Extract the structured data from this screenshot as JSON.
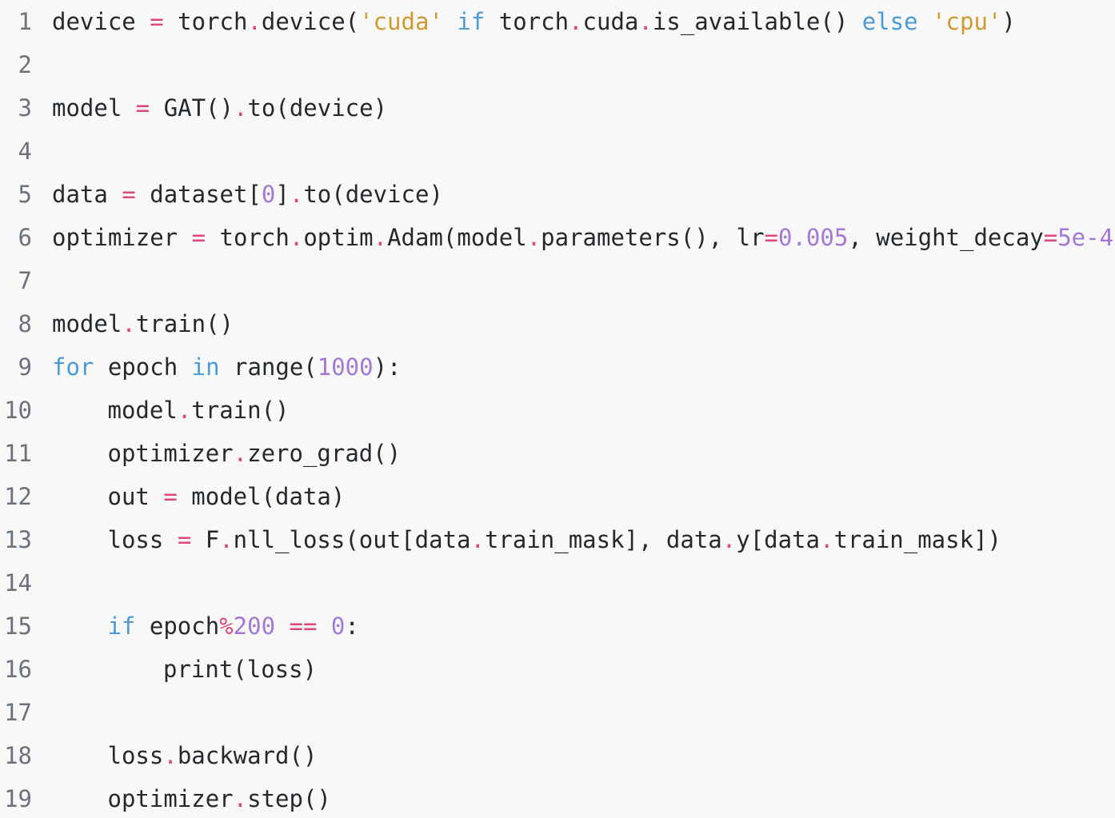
{
  "editor": {
    "colors": {
      "background": "#f8f8f8",
      "text": "#24292e",
      "line_number": "#6a737d",
      "keyword": "#4a9bd8",
      "string": "#d19a2f",
      "number": "#a478d6",
      "operator": "#e0457b"
    },
    "lines": [
      {
        "n": "1",
        "indent": 0,
        "tokens": [
          {
            "t": "device ",
            "c": "plain"
          },
          {
            "t": "=",
            "c": "op"
          },
          {
            "t": " torch",
            "c": "plain"
          },
          {
            "t": ".",
            "c": "op"
          },
          {
            "t": "device(",
            "c": "plain"
          },
          {
            "t": "'cuda'",
            "c": "str"
          },
          {
            "t": " ",
            "c": "plain"
          },
          {
            "t": "if",
            "c": "kw"
          },
          {
            "t": " torch",
            "c": "plain"
          },
          {
            "t": ".",
            "c": "op"
          },
          {
            "t": "cuda",
            "c": "plain"
          },
          {
            "t": ".",
            "c": "op"
          },
          {
            "t": "is_available() ",
            "c": "plain"
          },
          {
            "t": "else",
            "c": "kw"
          },
          {
            "t": " ",
            "c": "plain"
          },
          {
            "t": "'cpu'",
            "c": "str"
          },
          {
            "t": ")",
            "c": "plain"
          }
        ]
      },
      {
        "n": "2",
        "indent": 0,
        "tokens": []
      },
      {
        "n": "3",
        "indent": 0,
        "tokens": [
          {
            "t": "model ",
            "c": "plain"
          },
          {
            "t": "=",
            "c": "op"
          },
          {
            "t": " GAT()",
            "c": "plain"
          },
          {
            "t": ".",
            "c": "op"
          },
          {
            "t": "to(device)",
            "c": "plain"
          }
        ]
      },
      {
        "n": "4",
        "indent": 0,
        "tokens": []
      },
      {
        "n": "5",
        "indent": 0,
        "tokens": [
          {
            "t": "data ",
            "c": "plain"
          },
          {
            "t": "=",
            "c": "op"
          },
          {
            "t": " dataset[",
            "c": "plain"
          },
          {
            "t": "0",
            "c": "num"
          },
          {
            "t": "]",
            "c": "plain"
          },
          {
            "t": ".",
            "c": "op"
          },
          {
            "t": "to(device)",
            "c": "plain"
          }
        ]
      },
      {
        "n": "6",
        "indent": 0,
        "tokens": [
          {
            "t": "optimizer ",
            "c": "plain"
          },
          {
            "t": "=",
            "c": "op"
          },
          {
            "t": " torch",
            "c": "plain"
          },
          {
            "t": ".",
            "c": "op"
          },
          {
            "t": "optim",
            "c": "plain"
          },
          {
            "t": ".",
            "c": "op"
          },
          {
            "t": "Adam(model",
            "c": "plain"
          },
          {
            "t": ".",
            "c": "op"
          },
          {
            "t": "parameters(), lr",
            "c": "plain"
          },
          {
            "t": "=",
            "c": "op"
          },
          {
            "t": "0.005",
            "c": "num"
          },
          {
            "t": ", weight_decay",
            "c": "plain"
          },
          {
            "t": "=",
            "c": "op"
          },
          {
            "t": "5e-4",
            "c": "num"
          },
          {
            "t": ")",
            "c": "plain"
          }
        ]
      },
      {
        "n": "7",
        "indent": 0,
        "tokens": []
      },
      {
        "n": "8",
        "indent": 0,
        "tokens": [
          {
            "t": "model",
            "c": "plain"
          },
          {
            "t": ".",
            "c": "op"
          },
          {
            "t": "train()",
            "c": "plain"
          }
        ]
      },
      {
        "n": "9",
        "indent": 0,
        "tokens": [
          {
            "t": "for",
            "c": "kw"
          },
          {
            "t": " epoch ",
            "c": "plain"
          },
          {
            "t": "in",
            "c": "kw"
          },
          {
            "t": " range(",
            "c": "plain"
          },
          {
            "t": "1000",
            "c": "num"
          },
          {
            "t": "):",
            "c": "plain"
          }
        ]
      },
      {
        "n": "10",
        "indent": 1,
        "tokens": [
          {
            "t": "model",
            "c": "plain"
          },
          {
            "t": ".",
            "c": "op"
          },
          {
            "t": "train()",
            "c": "plain"
          }
        ]
      },
      {
        "n": "11",
        "indent": 1,
        "tokens": [
          {
            "t": "optimizer",
            "c": "plain"
          },
          {
            "t": ".",
            "c": "op"
          },
          {
            "t": "zero_grad()",
            "c": "plain"
          }
        ]
      },
      {
        "n": "12",
        "indent": 1,
        "tokens": [
          {
            "t": "out ",
            "c": "plain"
          },
          {
            "t": "=",
            "c": "op"
          },
          {
            "t": " model(data)",
            "c": "plain"
          }
        ]
      },
      {
        "n": "13",
        "indent": 1,
        "tokens": [
          {
            "t": "loss ",
            "c": "plain"
          },
          {
            "t": "=",
            "c": "op"
          },
          {
            "t": " F",
            "c": "plain"
          },
          {
            "t": ".",
            "c": "op"
          },
          {
            "t": "nll_loss(out[data",
            "c": "plain"
          },
          {
            "t": ".",
            "c": "op"
          },
          {
            "t": "train_mask], data",
            "c": "plain"
          },
          {
            "t": ".",
            "c": "op"
          },
          {
            "t": "y[data",
            "c": "plain"
          },
          {
            "t": ".",
            "c": "op"
          },
          {
            "t": "train_mask])",
            "c": "plain"
          }
        ]
      },
      {
        "n": "14",
        "indent": 0,
        "tokens": []
      },
      {
        "n": "15",
        "indent": 1,
        "tokens": [
          {
            "t": "if",
            "c": "kw"
          },
          {
            "t": " epoch",
            "c": "plain"
          },
          {
            "t": "%",
            "c": "op"
          },
          {
            "t": "200",
            "c": "num"
          },
          {
            "t": " ",
            "c": "plain"
          },
          {
            "t": "==",
            "c": "op"
          },
          {
            "t": " ",
            "c": "plain"
          },
          {
            "t": "0",
            "c": "num"
          },
          {
            "t": ":",
            "c": "plain"
          }
        ]
      },
      {
        "n": "16",
        "indent": 2,
        "tokens": [
          {
            "t": "print(loss)",
            "c": "plain"
          }
        ]
      },
      {
        "n": "17",
        "indent": 0,
        "tokens": []
      },
      {
        "n": "18",
        "indent": 1,
        "tokens": [
          {
            "t": "loss",
            "c": "plain"
          },
          {
            "t": ".",
            "c": "op"
          },
          {
            "t": "backward()",
            "c": "plain"
          }
        ]
      },
      {
        "n": "19",
        "indent": 1,
        "tokens": [
          {
            "t": "optimizer",
            "c": "plain"
          },
          {
            "t": ".",
            "c": "op"
          },
          {
            "t": "step()",
            "c": "plain"
          }
        ]
      }
    ]
  }
}
